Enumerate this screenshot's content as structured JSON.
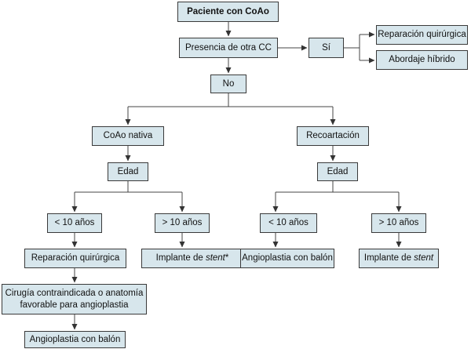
{
  "nodes": {
    "root": "Paciente con CoAo",
    "other_cc": "Presencia de otra CC",
    "yes": "Sí",
    "surgical_repair_top": "Reparación quirúrgica",
    "hybrid": "Abordaje híbrido",
    "no": "No",
    "native": "CoAo nativa",
    "recoarct": "Recoartación",
    "age_left": "Edad",
    "age_right": "Edad",
    "lt10_left": "< 10 años",
    "gt10_left": "> 10 años",
    "lt10_right": "< 10 años",
    "gt10_right": "> 10 años",
    "surgical_repair": "Reparación quirúrgica",
    "stent_left": {
      "prefix": "Implante de ",
      "em": "stent",
      "suffix": "*"
    },
    "angio_balloon_right": "Angioplastia con balón",
    "stent_right": {
      "prefix": "Implante de ",
      "em": "stent",
      "suffix": ""
    },
    "contraindicated_line1": "Cirugía contraindicada o anatomía",
    "contraindicated_line2": "favorable para angioplastia",
    "angio_balloon_bottom": "Angioplastia con balón"
  }
}
